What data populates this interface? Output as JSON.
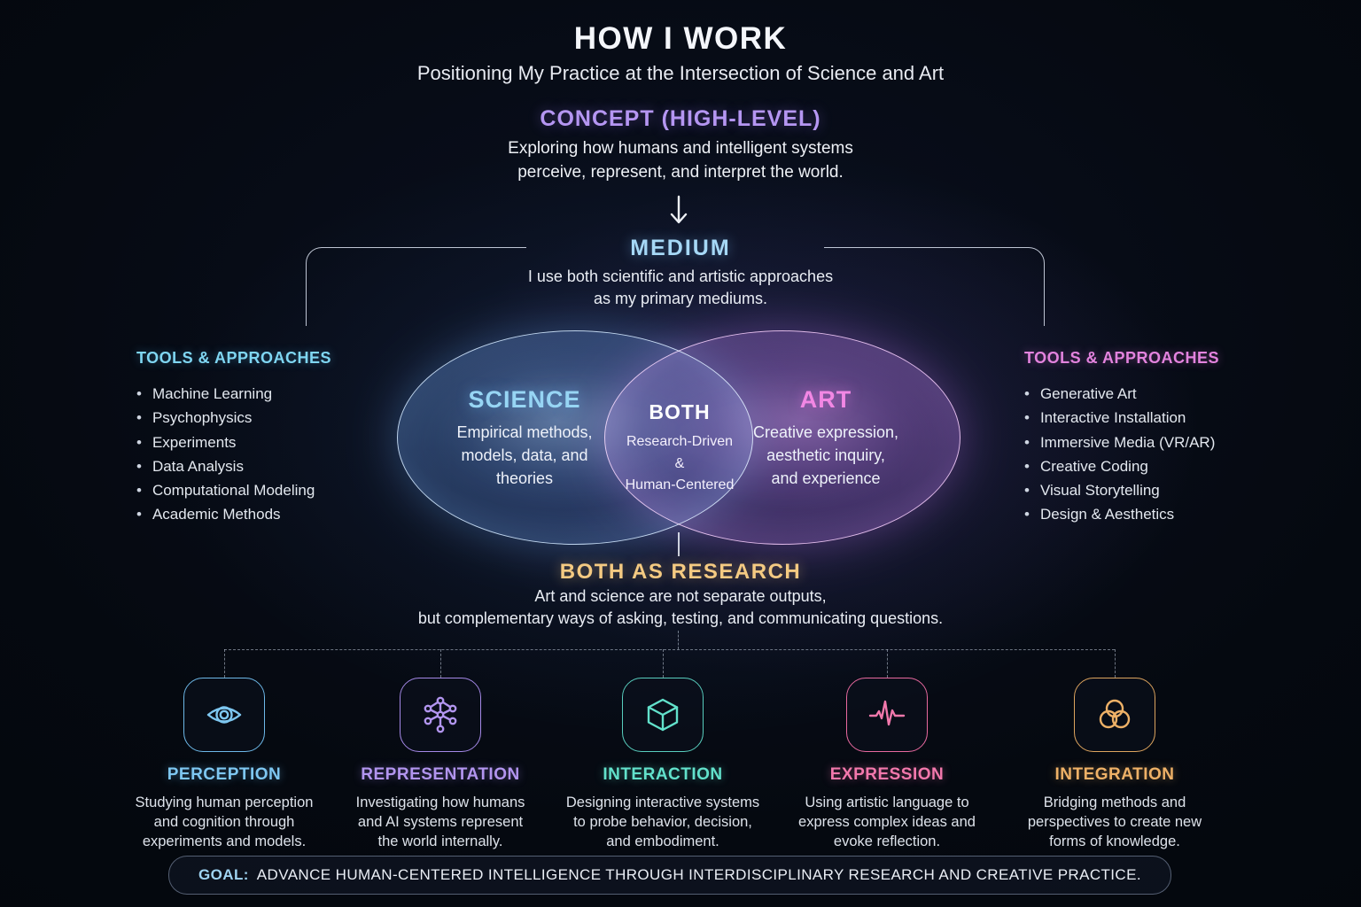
{
  "header": {
    "title": "HOW I WORK",
    "subtitle": "Positioning My Practice at the Intersection of Science and Art"
  },
  "concept": {
    "heading": "CONCEPT (HIGH-LEVEL)",
    "line1": "Exploring how humans and intelligent systems",
    "line2": "perceive, represent, and interpret the world."
  },
  "medium": {
    "heading": "MEDIUM",
    "line1": "I use both scientific and artistic approaches",
    "line2": "as my primary mediums."
  },
  "tools_left": {
    "heading": "TOOLS & APPROACHES",
    "items": [
      "Machine Learning",
      "Psychophysics",
      "Experiments",
      "Data Analysis",
      "Computational Modeling",
      "Academic Methods"
    ]
  },
  "tools_right": {
    "heading": "TOOLS & APPROACHES",
    "items": [
      "Generative Art",
      "Interactive Installation",
      "Immersive Media (VR/AR)",
      "Creative Coding",
      "Visual Storytelling",
      "Design & Aesthetics"
    ]
  },
  "venn": {
    "science": {
      "label": "SCIENCE",
      "lines": [
        "Empirical methods,",
        "models, data, and",
        "theories"
      ]
    },
    "both": {
      "label": "BOTH",
      "lines": [
        "Research-Driven",
        "&",
        "Human-Centered"
      ]
    },
    "art": {
      "label": "ART",
      "lines": [
        "Creative expression,",
        "aesthetic inquiry,",
        "and experience"
      ]
    }
  },
  "research": {
    "heading": "BOTH AS RESEARCH",
    "line1": "Art and science are not separate outputs,",
    "line2": "but complementary ways of asking, testing, and communicating questions."
  },
  "pillars": [
    {
      "label": "PERCEPTION",
      "icon": "eye-icon",
      "color": "#7ec7f1",
      "lines": [
        "Studying human perception",
        "and cognition through",
        "experiments and models."
      ]
    },
    {
      "label": "REPRESENTATION",
      "icon": "network-icon",
      "color": "#b295ef",
      "lines": [
        "Investigating how humans",
        "and AI systems represent",
        "the world internally."
      ]
    },
    {
      "label": "INTERACTION",
      "icon": "cube-icon",
      "color": "#62e1cb",
      "lines": [
        "Designing interactive systems",
        "to probe behavior, decision,",
        "and embodiment."
      ]
    },
    {
      "label": "EXPRESSION",
      "icon": "waveform-icon",
      "color": "#f278ac",
      "lines": [
        "Using artistic language to",
        "express complex ideas and",
        "evoke reflection."
      ]
    },
    {
      "label": "INTEGRATION",
      "icon": "venn-circles-icon",
      "color": "#eeb167",
      "lines": [
        "Bridging methods and",
        "perspectives to create new",
        "forms of knowledge."
      ]
    }
  ],
  "goal": {
    "label": "GOAL:",
    "text": "ADVANCE HUMAN-CENTERED INTELLIGENCE THROUGH INTERDISCIPLINARY RESEARCH AND CREATIVE PRACTICE."
  },
  "colors": {
    "background": "#05080f",
    "concept": "#b596f2",
    "medium": "#a6d8f6",
    "science": "#97d5f4",
    "art": "#f287e4",
    "tools_left_heading": "#7fd6f2",
    "tools_right_heading": "#e383de",
    "research": "#f4ca82",
    "goal_label": "#9fd4f2"
  }
}
